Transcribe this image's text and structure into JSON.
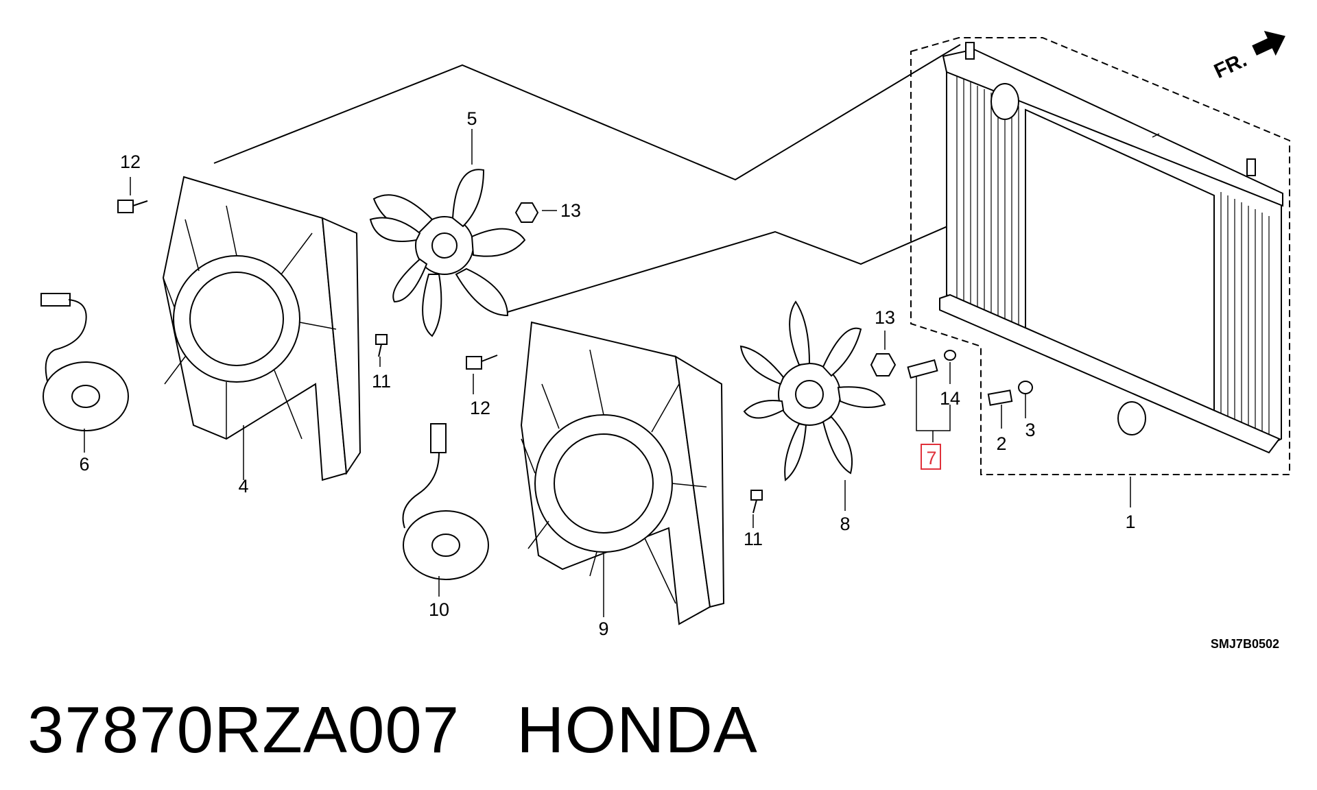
{
  "diagram": {
    "callouts": [
      "1",
      "2",
      "3",
      "4",
      "5",
      "6",
      "7",
      "8",
      "9",
      "10",
      "11",
      "11",
      "12",
      "12",
      "13",
      "13",
      "14"
    ],
    "highlighted_callout": "7",
    "highlight_color": "#e0303a",
    "direction_label": "FR.",
    "reference_code": "SMJ7B0502"
  },
  "caption": {
    "part_number": "37870RZA007",
    "brand": "HONDA"
  }
}
